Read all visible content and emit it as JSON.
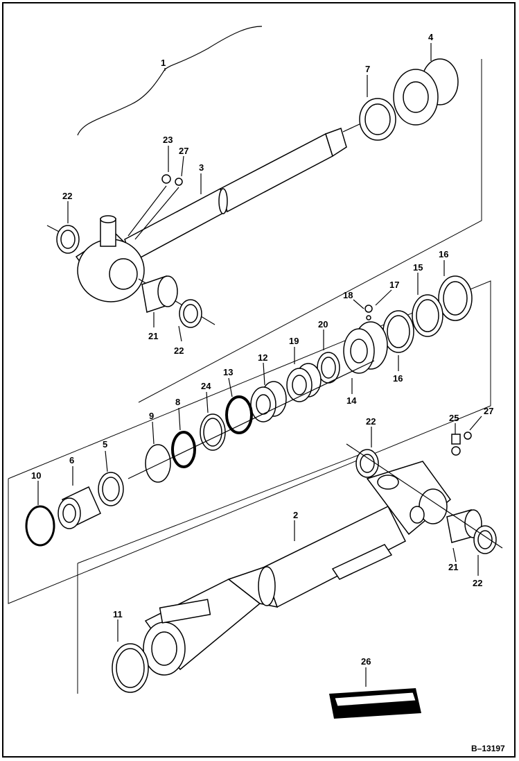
{
  "diagram": {
    "reference": "B–13197",
    "callouts": {
      "c1": "1",
      "c2": "2",
      "c3": "3",
      "c4": "4",
      "c5": "5",
      "c6": "6",
      "c7": "7",
      "c8": "8",
      "c9": "9",
      "c10": "10",
      "c11": "11",
      "c12": "12",
      "c13": "13",
      "c14": "14",
      "c15": "15",
      "c16a": "16",
      "c16b": "16",
      "c17": "17",
      "c18": "18",
      "c19": "19",
      "c20": "20",
      "c21a": "21",
      "c21b": "21",
      "c22a": "22",
      "c22b": "22",
      "c22c": "22",
      "c22d": "22",
      "c23": "23",
      "c24": "24",
      "c25": "25",
      "c26": "26",
      "c27a": "27",
      "c27b": "27"
    }
  }
}
